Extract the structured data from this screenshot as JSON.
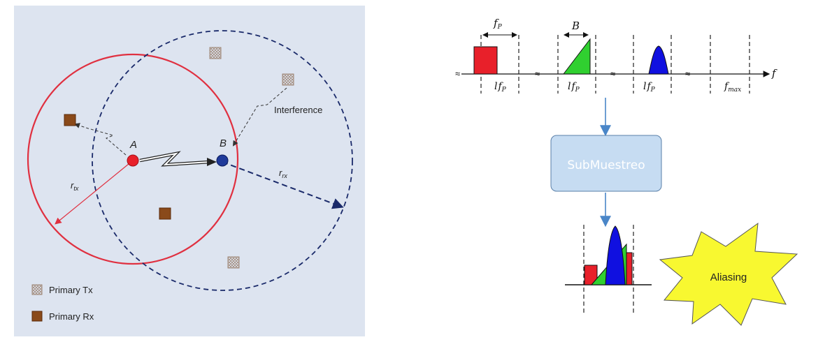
{
  "left": {
    "node_a": "A",
    "node_b": "B",
    "r_tx_main": "r",
    "r_tx_sub": "tx",
    "r_rx_main": "r",
    "r_rx_sub": "rx",
    "interference": "Interference",
    "legend": {
      "tx_label": "Primary Tx",
      "rx_label": "Primary Rx"
    },
    "colors": {
      "panel": "#dde4f0",
      "tx_circle": "#e03040",
      "rx_circle": "#1a2a6a",
      "node_a": "#e8202a",
      "node_b": "#1f3a9a",
      "primary_rx": "#8a4a1a"
    }
  },
  "right": {
    "fp_main": "f",
    "fp_sub": "P",
    "b_label": "B",
    "f_axis": "f",
    "tick_fp_main": "f",
    "tick_fp_sub": "P",
    "tick_prefix": "l",
    "fmax_main": "f",
    "fmax_sub": "max",
    "box_label": "SubMuestreo",
    "aliasing": "Aliasing",
    "colors": {
      "red": "#e8202a",
      "green": "#30d030",
      "blue": "#1010e0",
      "box": "#c6dcf2",
      "burst": "#f8f830",
      "arrow": "#4a86c8"
    }
  }
}
